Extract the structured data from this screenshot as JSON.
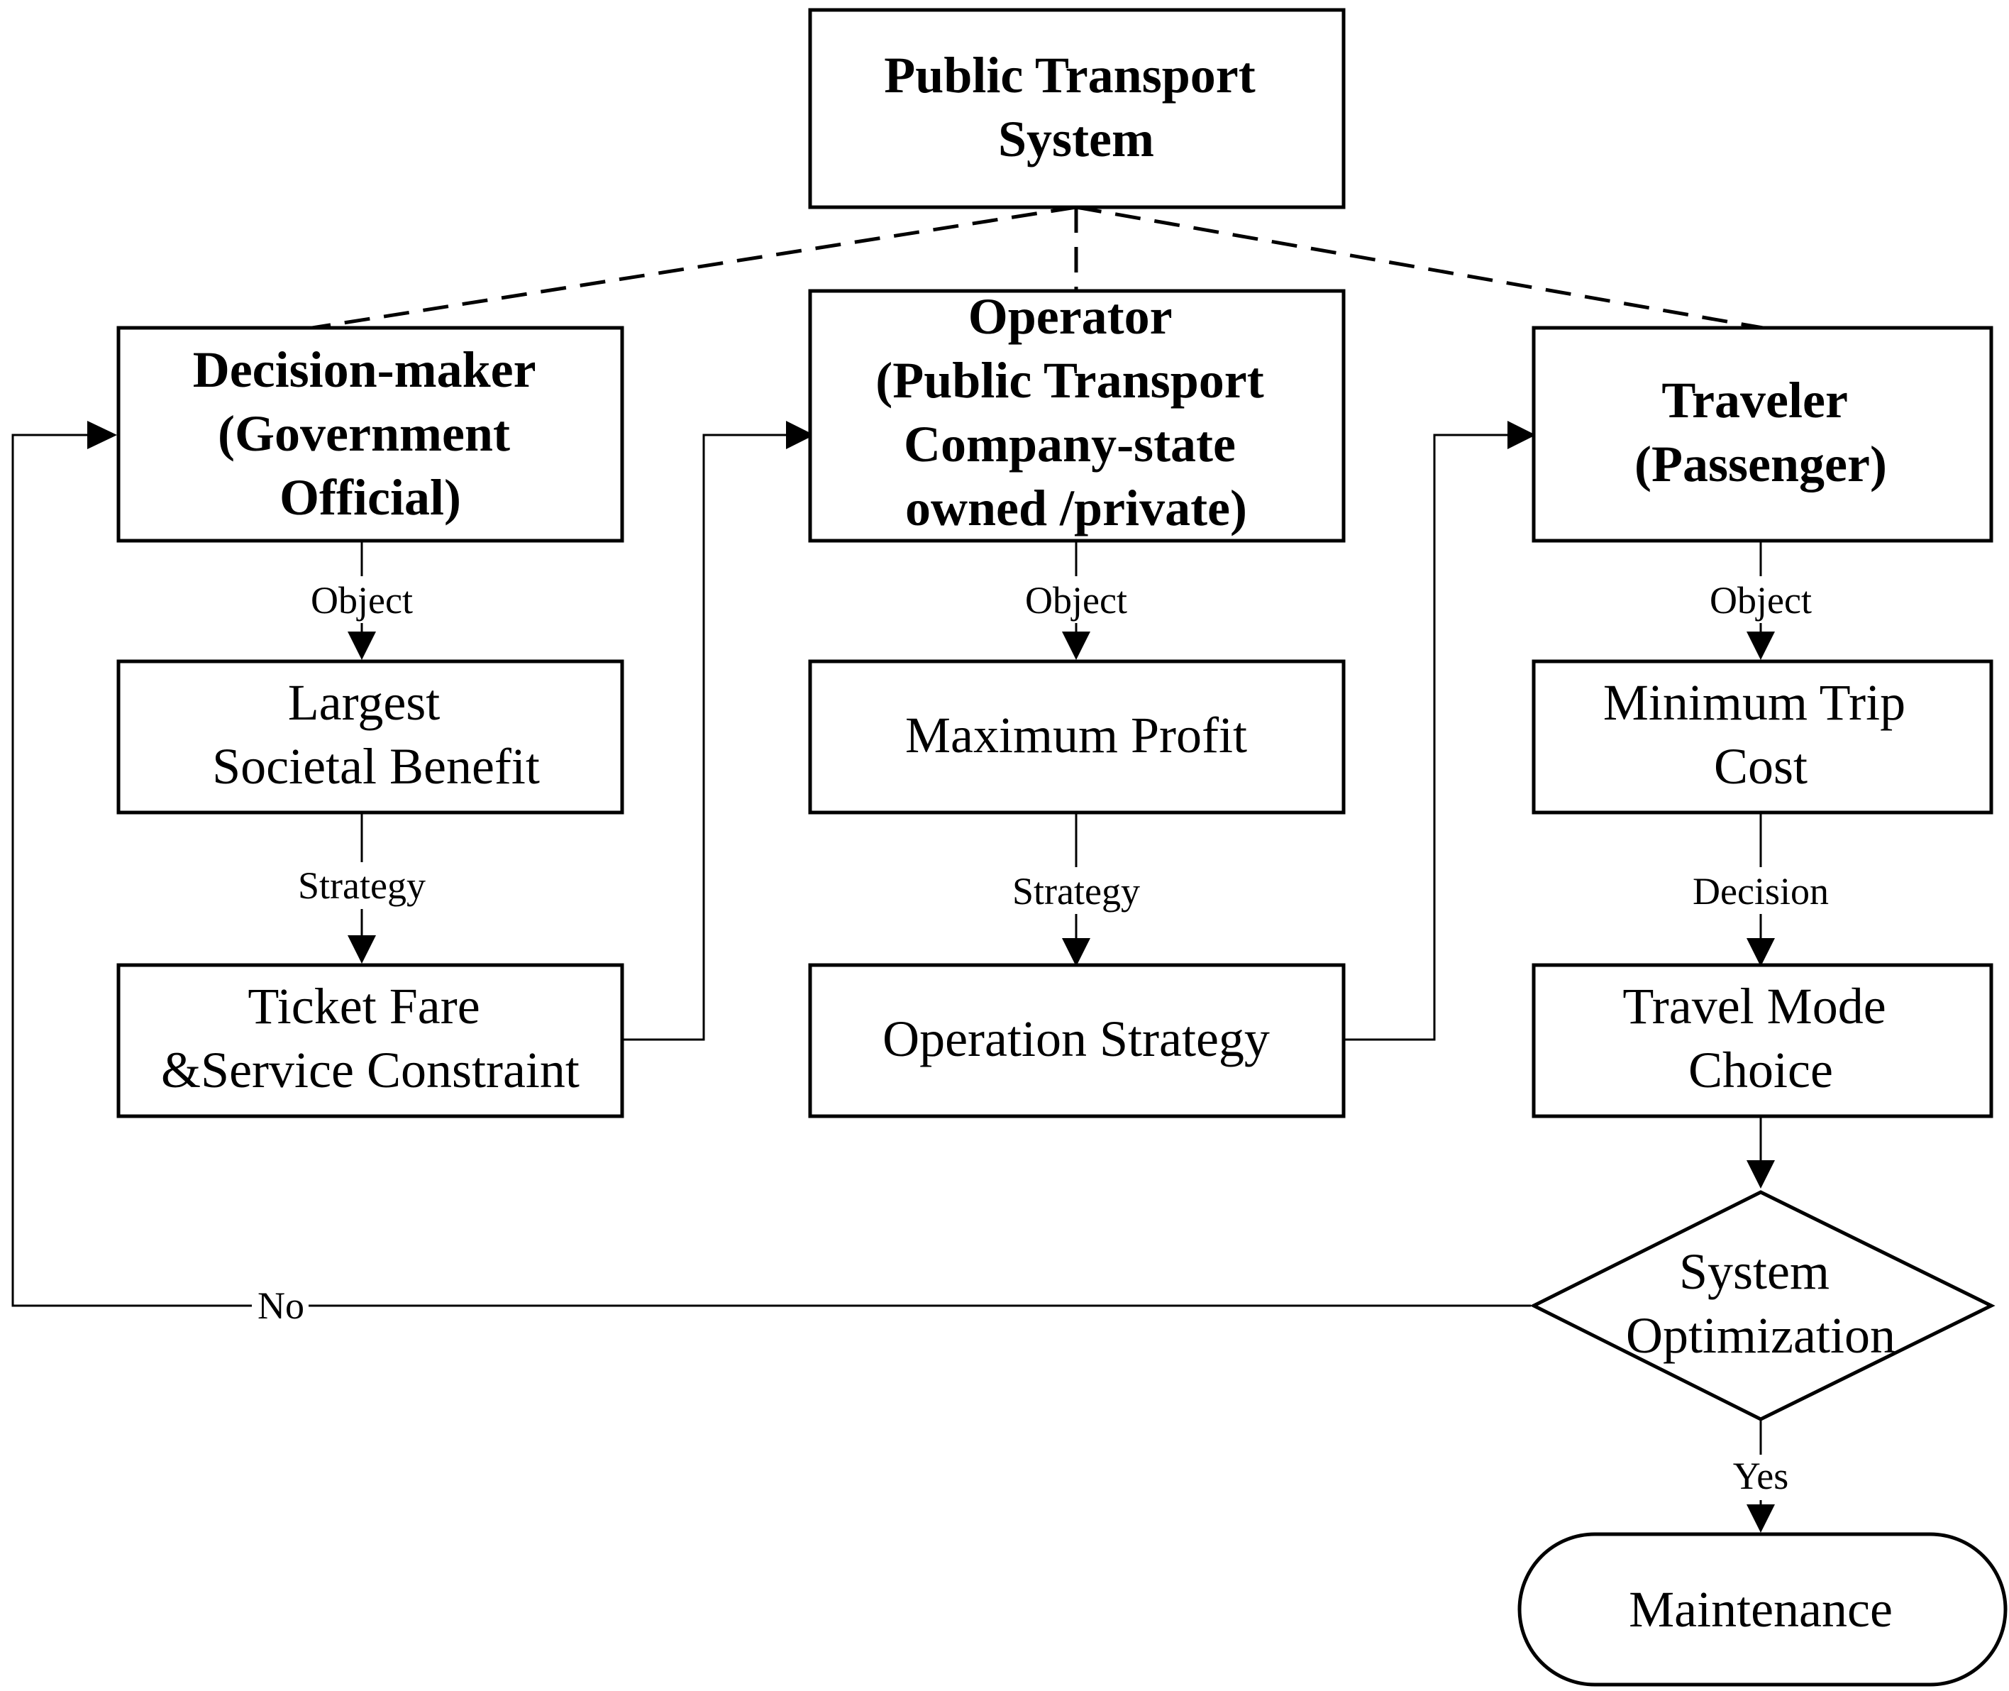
{
  "nodes": {
    "system": {
      "lines": [
        "Public Transport",
        "System"
      ]
    },
    "decision_maker": {
      "lines": [
        "Decision-maker",
        "(Government",
        "Official)"
      ]
    },
    "operator": {
      "lines": [
        "Operator",
        "(Public Transport",
        "Company-state",
        "owned /private)"
      ]
    },
    "traveler": {
      "lines": [
        "Traveler",
        "(Passenger)"
      ]
    },
    "societal_benefit": {
      "lines": [
        "Largest",
        "Societal Benefit"
      ]
    },
    "max_profit": {
      "lines": [
        "Maximum Profit"
      ]
    },
    "min_trip_cost": {
      "lines": [
        "Minimum Trip",
        "Cost"
      ]
    },
    "ticket_fare": {
      "lines": [
        "Ticket Fare",
        "&Service Constraint"
      ]
    },
    "operation_strategy": {
      "lines": [
        "Operation Strategy"
      ]
    },
    "travel_mode": {
      "lines": [
        "Travel Mode",
        "Choice"
      ]
    },
    "system_optimization": {
      "lines": [
        "System",
        "Optimization"
      ]
    },
    "maintenance": {
      "lines": [
        "Maintenance"
      ]
    }
  },
  "edges": {
    "dm_object": "Object",
    "dm_strategy": "Strategy",
    "op_object": "Object",
    "op_strategy": "Strategy",
    "tr_object": "Object",
    "tr_decision": "Decision",
    "no": "No",
    "yes": "Yes"
  }
}
